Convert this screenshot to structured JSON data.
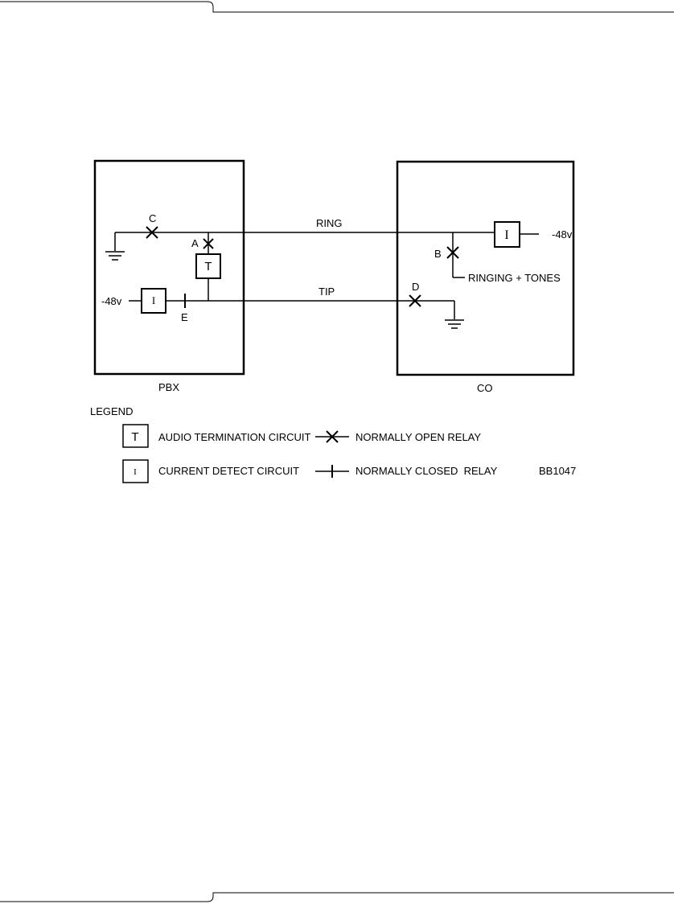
{
  "diagram": {
    "pbx": {
      "label": "PBX",
      "ground_icon": "ground-icon"
    },
    "co": {
      "label": "CO",
      "ground_icon": "ground-icon"
    },
    "lines": {
      "ring": "RING",
      "tip": "TIP"
    },
    "relays": {
      "a": "A",
      "b": "B",
      "c": "C",
      "d": "D",
      "e": "E"
    },
    "circuits": {
      "pbx_termination": "T",
      "pbx_current_detect": "I",
      "co_current_detect": "I"
    },
    "voltages": {
      "pbx": "-48v",
      "co": "-48v"
    },
    "co_source": "RINGING + TONES",
    "figure_id": "BB1047"
  },
  "legend": {
    "title": "LEGEND",
    "items": [
      {
        "symbol": "T",
        "label": "AUDIO TERMINATION CIRCUIT"
      },
      {
        "symbol": "I",
        "label": "CURRENT DETECT CIRCUIT"
      }
    ],
    "relays": [
      {
        "label": "NORMALLY OPEN RELAY",
        "icon": "normally-open-relay-icon"
      },
      {
        "label": "NORMALLY CLOSED  RELAY",
        "icon": "normally-closed-relay-icon"
      }
    ]
  },
  "colors": {
    "ink": "#000000",
    "background": "#ffffff"
  }
}
